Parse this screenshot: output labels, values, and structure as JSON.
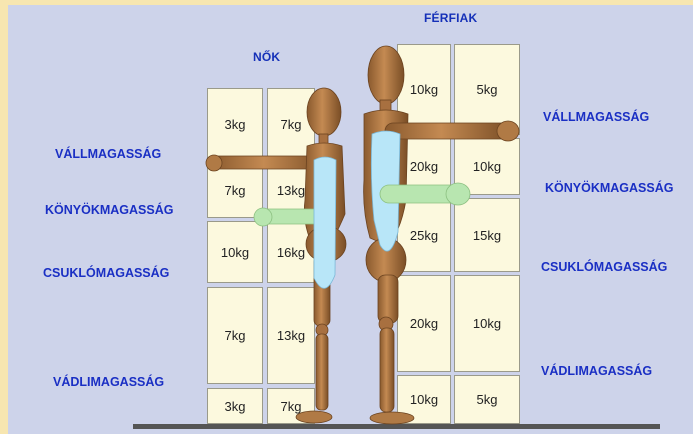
{
  "headers": {
    "women": "NŐK",
    "men": "FÉRFIAK"
  },
  "zones": {
    "left": {
      "shoulder": "VÁLLMAGASSÁG",
      "elbow": "KÖNYÖKMAGASSÁG",
      "wrist": "CSUKLÓMAGASSÁG",
      "calf": "VÁDLIMAGASSÁG"
    },
    "right": {
      "shoulder": "VÁLLMAGASSÁG",
      "elbow": "KÖNYÖKMAGASSÁG",
      "wrist": "CSUKLÓMAGASSÁG",
      "calf": "VÁDLIMAGASSÁG"
    }
  },
  "women_limits": [
    {
      "zone": "shoulder",
      "values": [
        "3kg",
        "7kg"
      ]
    },
    {
      "zone": "elbow",
      "values": [
        "7kg",
        "13kg"
      ]
    },
    {
      "zone": "wrist",
      "values": [
        "10kg",
        "16kg"
      ]
    },
    {
      "zone": "calf",
      "values": [
        "7kg",
        "13kg"
      ]
    },
    {
      "zone": "floor",
      "values": [
        "3kg",
        "7kg"
      ]
    }
  ],
  "men_limits": [
    {
      "zone": "shoulder",
      "values": [
        "10kg",
        "5kg"
      ]
    },
    {
      "zone": "elbow",
      "values": [
        "20kg",
        "10kg"
      ]
    },
    {
      "zone": "wrist",
      "values": [
        "25kg",
        "15kg"
      ]
    },
    {
      "zone": "calf",
      "values": [
        "20kg",
        "10kg"
      ]
    },
    {
      "zone": "floor",
      "values": [
        "10kg",
        "5kg"
      ]
    }
  ],
  "colors": {
    "frame": "#f7e6b0",
    "panel": "#cdd3ea",
    "label": "#1a2fc4",
    "cell": "#fcf9de",
    "mannequin": "#b07a45",
    "elbow_zone": "#b8e6b0",
    "body_zone": "#b8e6f8",
    "floor": "#555555"
  }
}
